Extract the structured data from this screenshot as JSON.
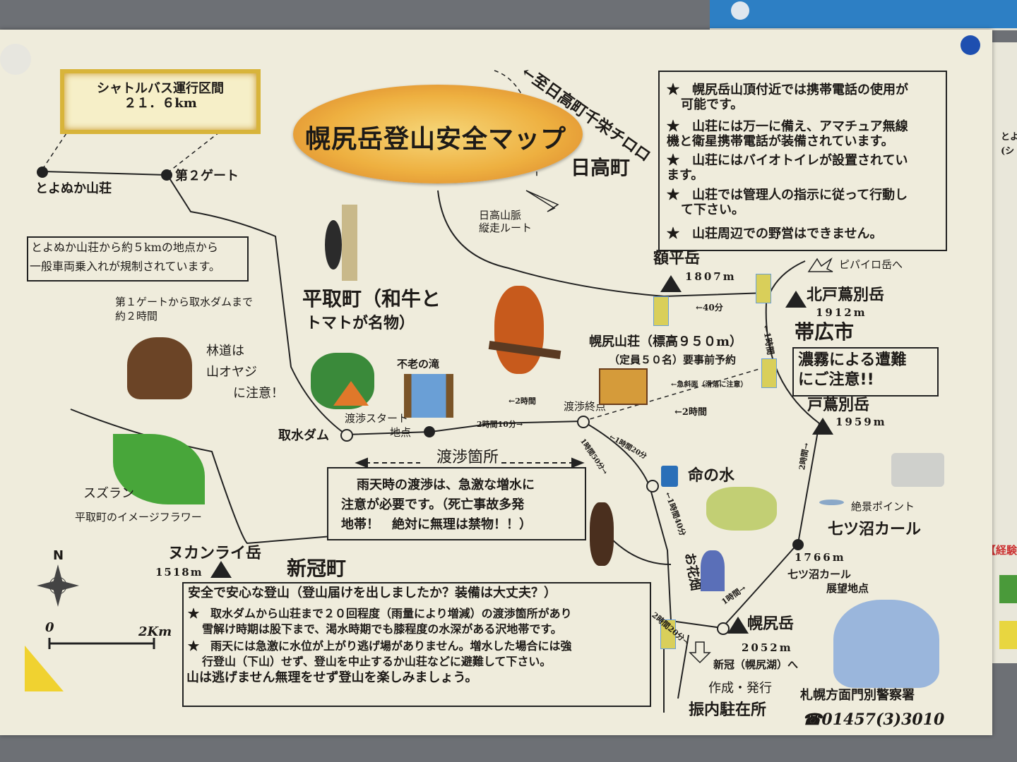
{
  "title": "幌尻岳登山安全マップ",
  "shuttle": {
    "line1": "シャトルバス運行区間",
    "line2": "２１．６km"
  },
  "places": {
    "toyonuka": "とよぬか山荘",
    "gate2": "第２ゲート",
    "hidaka_town": "日高町",
    "route_to_hidaka": "←至日高町千栄チロロ",
    "ridge_line1": "日高山脈",
    "ridge_line2": "縦走ルート",
    "biratori_line1": "平取町（和牛と",
    "biratori_line2": "トマトが名物）",
    "furou_falls": "不老の滝",
    "crossing_start_line1": "渡渉スタート",
    "crossing_start_line2": "地点",
    "intake_dam": "取水ダム",
    "crossing_end": "渡渉終点",
    "hut_line1": "幌尻山荘（標高９５０m）",
    "hut_line2": "（定員５０名）要事前予約",
    "obihiro": "帯広市",
    "pipairo": "ピパイロ岳へ",
    "water": "命の水",
    "flower_field": "お花畑",
    "view_point": "絶景ポイント",
    "nanatsunuma": "七ツ沼カール",
    "nanatsunuma_obs_line1": "七ツ沼カール",
    "nanatsunuma_obs_line2": "展望地点",
    "niikappu_town": "新冠町",
    "to_niikappu": "新冠（幌尻湖）へ",
    "suzuran": "スズラン",
    "suzuran_caption": "平取町のイメージフラワー"
  },
  "peaks": [
    {
      "name": "額平岳",
      "elevation": "1807m"
    },
    {
      "name": "北戸蔦別岳",
      "elevation": "1912m"
    },
    {
      "name": "戸蔦別岳",
      "elevation": "1959m"
    },
    {
      "name": "幌尻岳",
      "elevation": "2052m"
    },
    {
      "name": "ヌカンライ岳",
      "elevation": "1518m"
    },
    {
      "name": "",
      "elevation": "1766m"
    }
  ],
  "times": {
    "gate1_line1": "第１ゲートから取水ダムまで",
    "gate1_line2": "約２時間",
    "t_40min": "←40分",
    "t_1h_right": "←1時間",
    "t_2h_todo": "2時間→",
    "t_2h_upper": "←2時間",
    "t_2h10": "2時間10分→",
    "t_steep": "←急斜面（滑落に注意）",
    "t_2h_lower": "←2時間",
    "t_1h20": "←1時間20分",
    "t_1h50": "1時間50分→",
    "t_1h40": "←1時間40分",
    "t_2h20": "2時間20分→",
    "t_1h": "1時間→"
  },
  "notice_road": {
    "line1": "とよぬか山荘から約５kmの地点から",
    "line2": "一般車両乗入れが規制されています。"
  },
  "bear": {
    "line1": "林道は",
    "line2": "山オヤジ",
    "line3": "に注意！"
  },
  "info_box": [
    {
      "line1": "★　幌尻岳山頂付近では携帯電話の使用が",
      "line2": "可能です。"
    },
    {
      "line1": "★　山荘には万一に備え、アマチュア無線",
      "line2": "機と衛星携帯電話が装備されています。"
    },
    {
      "line1": "★　山荘にはバイオトイレが設置されてい",
      "line2": "ます。"
    },
    {
      "line1": "★　山荘では管理人の指示に従って行動し",
      "line2": "て下さい。"
    },
    {
      "line1": "★　山荘周辺での野営はできません。",
      "line2": ""
    }
  ],
  "fog_warning": {
    "line1": "濃霧による遭難",
    "line2": "にご注意!!"
  },
  "crossing": {
    "label": "渡渉箇所",
    "line1": "雨天時の渡渉は、急激な増水に",
    "line2": "注意が必要です。（死亡事故多発",
    "line3": "地帯！　絶対に無理は禁物！！）"
  },
  "safety_box": {
    "title": "安全で安心な登山（登山届けを出しましたか？装備は大丈夫？）",
    "lines": [
      "★　取水ダムから山荘まで２０回程度（雨量により増減）の渡渉箇所があり",
      "雪解け時期は股下まで、渇水時期でも膝程度の水深がある沢地帯です。",
      "★　雨天には急激に水位が上がり逃げ場がありません。増水した場合には強",
      "行登山（下山）せず、登山を中止するか山荘などに避難して下さい。",
      "山は逃げません無理をせず登山を楽しみましょう。"
    ]
  },
  "compass": {
    "north": "N"
  },
  "scale": {
    "start": "0",
    "end": "2Km"
  },
  "publisher": {
    "label": "作成・発行",
    "office": "振内駐在所",
    "station": "札幌方面門別警察署",
    "phone": "☎01457(3)3010"
  },
  "edge_fragments": {
    "top": "とよ",
    "top2": "(シ",
    "mid": "【経験"
  },
  "colors": {
    "paper": "#efecdc",
    "title_oval": "#eeb040",
    "board": "#6d7075",
    "water_icon": "#2a6fb8"
  }
}
